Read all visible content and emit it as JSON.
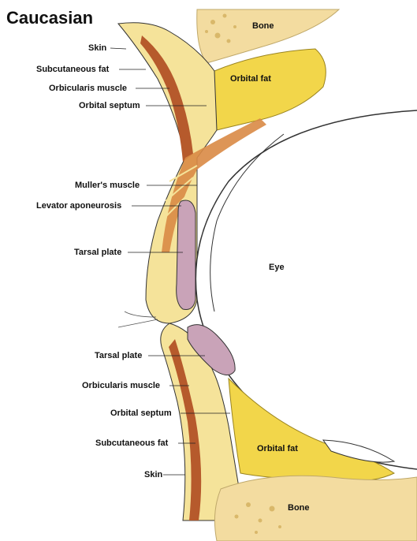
{
  "title": "Caucasian",
  "labels": {
    "bone_top": "Bone",
    "orbital_fat_top": "Orbital fat",
    "skin_top": "Skin",
    "subcutaneous_fat_top": "Subcutaneous fat",
    "orbicularis_muscle_top": "Orbicularis muscle",
    "orbital_septum_top": "Orbital septum",
    "mullers_muscle": "Muller's muscle",
    "levator_aponeurosis": "Levator aponeurosis",
    "tarsal_plate_top": "Tarsal plate",
    "eye": "Eye",
    "tarsal_plate_bottom": "Tarsal plate",
    "orbicularis_muscle_bottom": "Orbicularis muscle",
    "orbital_septum_bottom": "Orbital septum",
    "subcutaneous_fat_bottom": "Subcutaneous fat",
    "orbital_fat_bottom": "Orbital fat",
    "skin_bottom": "Skin",
    "bone_bottom": "Bone"
  },
  "colors": {
    "bone": "#f3dca0",
    "fat": "#f2d64a",
    "muscle": "#b65a2c",
    "muscle_light": "#d98a45",
    "tarsal": "#c9a3b8",
    "skin_line": "#6b3a1a",
    "outline": "#333333"
  }
}
